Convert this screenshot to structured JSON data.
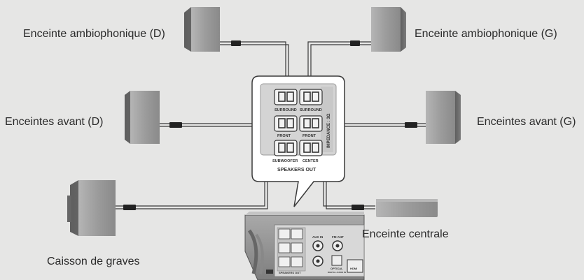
{
  "labels": {
    "surround_right": "Enceinte ambiophonique (D)",
    "surround_left": "Enceinte ambiophonique (G)",
    "front_right": "Enceintes avant (D)",
    "front_left": "Enceintes avant (G)",
    "center": "Enceinte centrale",
    "subwoofer": "Caisson de graves"
  },
  "panel": {
    "surround_l": "SURROUND",
    "surround_r": "SURROUND",
    "front_l": "FRONT",
    "front_r": "FRONT",
    "subwoofer": "SUBWOOFER",
    "center": "CENTER",
    "speakers_out": "SPEAKERS OUT",
    "impedance": "IMPEDANCE : 3Ω"
  },
  "unit": {
    "aux_in": "AUX IN",
    "fm_ant": "FM ANT",
    "optical": "OPTICAL",
    "digital_audio_in": "DIGITAL AUDIO IN",
    "speakers_out": "SPEAKERS OUT",
    "hdmi": "HDMI"
  },
  "colors": {
    "background": "#e6e6e5",
    "line": "#3a3a3a",
    "speaker_front": "#9a9a9a",
    "speaker_side": "#6e6e6e"
  }
}
